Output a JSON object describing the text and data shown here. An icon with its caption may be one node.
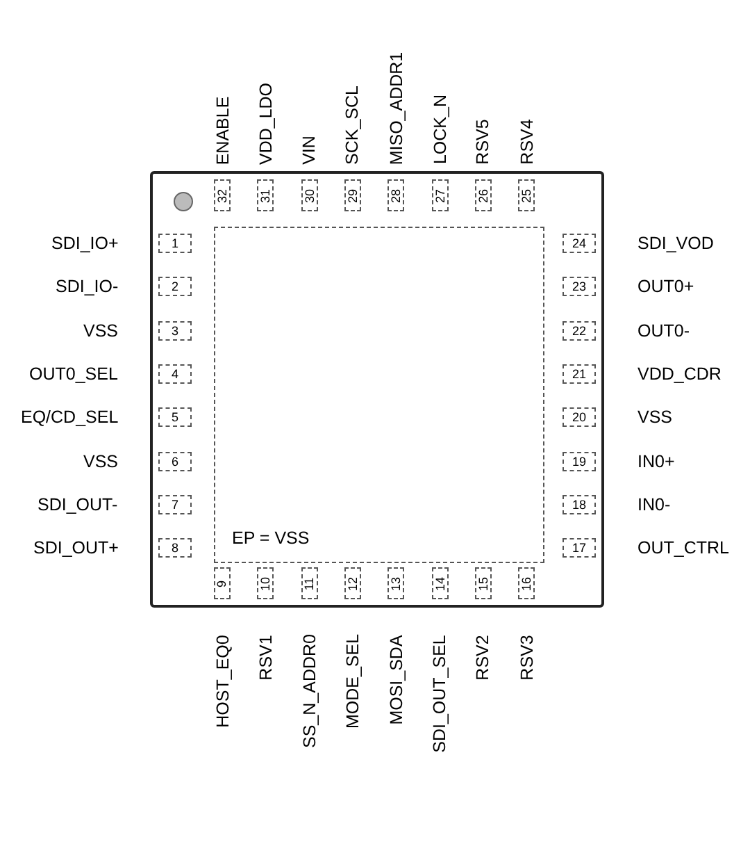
{
  "diagram": {
    "nodes": [
      {
        "text": [],
        "shape": "box"
      },
      {
        "text": [
          "EP = VSS"
        ],
        "in": 0
      },
      {
        "text": [
          "1"
        ],
        "beside": [
          "SDI_IO+"
        ],
        "in": 0
      },
      {
        "text": [
          "2"
        ],
        "beside": [
          "SDI_IO-"
        ],
        "in": 0
      },
      {
        "text": [
          "3"
        ],
        "beside": [
          "VSS"
        ],
        "in": 0
      },
      {
        "text": [
          "4"
        ],
        "beside": [
          "OUT0_SEL"
        ],
        "in": 0
      },
      {
        "text": [
          "5"
        ],
        "beside": [
          "EQ/CD_SEL"
        ],
        "in": 0
      },
      {
        "text": [
          "6"
        ],
        "beside": [
          "VSS"
        ],
        "in": 0
      },
      {
        "text": [
          "7"
        ],
        "beside": [
          "SDI_OUT-"
        ],
        "in": 0
      },
      {
        "text": [
          "8"
        ],
        "beside": [
          "SDI_OUT+"
        ],
        "in": 0
      },
      {
        "text": [
          "9"
        ],
        "beside": [
          "HOST_EQ0"
        ],
        "in": 0
      },
      {
        "text": [
          "10"
        ],
        "beside": [
          "RSV1"
        ],
        "in": 0
      },
      {
        "text": [
          "11"
        ],
        "beside": [
          "SS_N_ADDR0"
        ],
        "in": 0
      },
      {
        "text": [
          "12"
        ],
        "beside": [
          "MODE_SEL"
        ],
        "in": 0
      },
      {
        "text": [
          "13"
        ],
        "beside": [
          "MOSI_SDA"
        ],
        "in": 0
      },
      {
        "text": [
          "14"
        ],
        "beside": [
          "SDI_OUT_SEL"
        ],
        "in": 0
      },
      {
        "text": [
          "15"
        ],
        "beside": [
          "RSV2"
        ],
        "in": 0
      },
      {
        "text": [
          "16"
        ],
        "beside": [
          "RSV3"
        ],
        "in": 0
      },
      {
        "text": [
          "17"
        ],
        "beside": [
          "OUT_CTRL"
        ],
        "in": 0
      },
      {
        "text": [
          "18"
        ],
        "beside": [
          "IN0-"
        ],
        "in": 0
      },
      {
        "text": [
          "19"
        ],
        "beside": [
          "IN0+"
        ],
        "in": 0
      },
      {
        "text": [
          "20"
        ],
        "beside": [
          "VSS"
        ],
        "in": 0
      },
      {
        "text": [
          "21"
        ],
        "beside": [
          "VDD_CDR"
        ],
        "in": 0
      },
      {
        "text": [
          "22"
        ],
        "beside": [
          "OUT0-"
        ],
        "in": 0
      },
      {
        "text": [
          "23"
        ],
        "beside": [
          "OUT0+"
        ],
        "in": 0
      },
      {
        "text": [
          "24"
        ],
        "beside": [
          "SDI_VOD"
        ],
        "in": 0
      },
      {
        "text": [
          "25"
        ],
        "beside": [
          "RSV4"
        ],
        "in": 0
      },
      {
        "text": [
          "26"
        ],
        "beside": [
          "RSV5"
        ],
        "in": 0
      },
      {
        "text": [
          "27"
        ],
        "beside": [
          "LOCK_N"
        ],
        "in": 0
      },
      {
        "text": [
          "28"
        ],
        "beside": [
          "MISO_ADDR1"
        ],
        "in": 0
      },
      {
        "text": [
          "29"
        ],
        "beside": [
          "SCK_SCL"
        ],
        "in": 0
      },
      {
        "text": [
          "30"
        ],
        "beside": [
          "VIN"
        ],
        "in": 0
      },
      {
        "text": [
          "31"
        ],
        "beside": [
          "VDD_LDO"
        ],
        "in": 0
      },
      {
        "text": [
          "32"
        ],
        "beside": [
          "ENABLE"
        ],
        "in": 0
      }
    ],
    "edges": []
  }
}
